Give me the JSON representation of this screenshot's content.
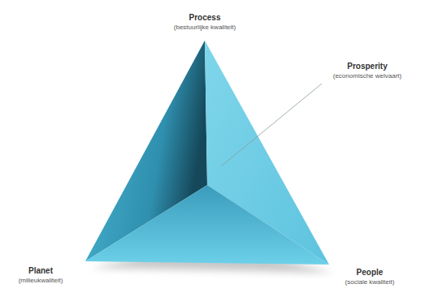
{
  "diagram": {
    "labels": [
      "Process",
      "(bestuurlijke kwaliteit)",
      "Prosperity",
      "(economische welvaart)",
      "Planet",
      "(milieukwaliteit)",
      "People",
      "(sociale kwaliteit)"
    ]
  }
}
